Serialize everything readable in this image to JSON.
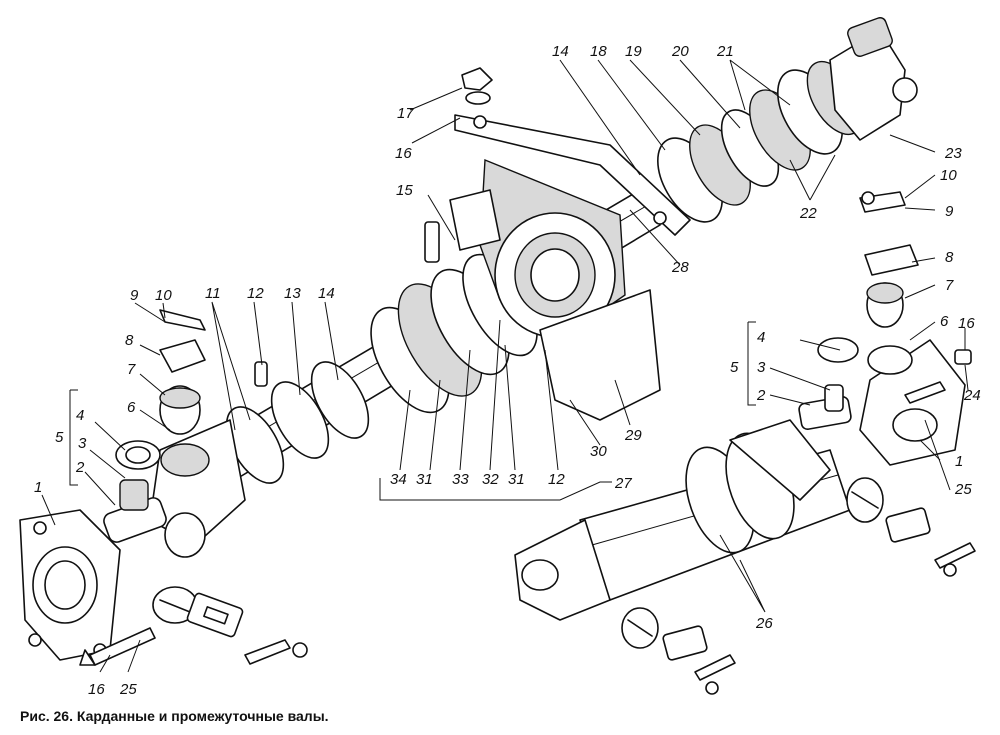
{
  "caption": "Рис. 26. Карданные и промежуточные валы.",
  "labels": [
    "1",
    "2",
    "3",
    "4",
    "5",
    "6",
    "7",
    "8",
    "9",
    "10",
    "11",
    "12",
    "13",
    "14",
    "15",
    "16",
    "17",
    "18",
    "19",
    "20",
    "21",
    "22",
    "23",
    "24",
    "25",
    "26",
    "27",
    "28",
    "29",
    "30",
    "31",
    "32",
    "33",
    "34"
  ]
}
